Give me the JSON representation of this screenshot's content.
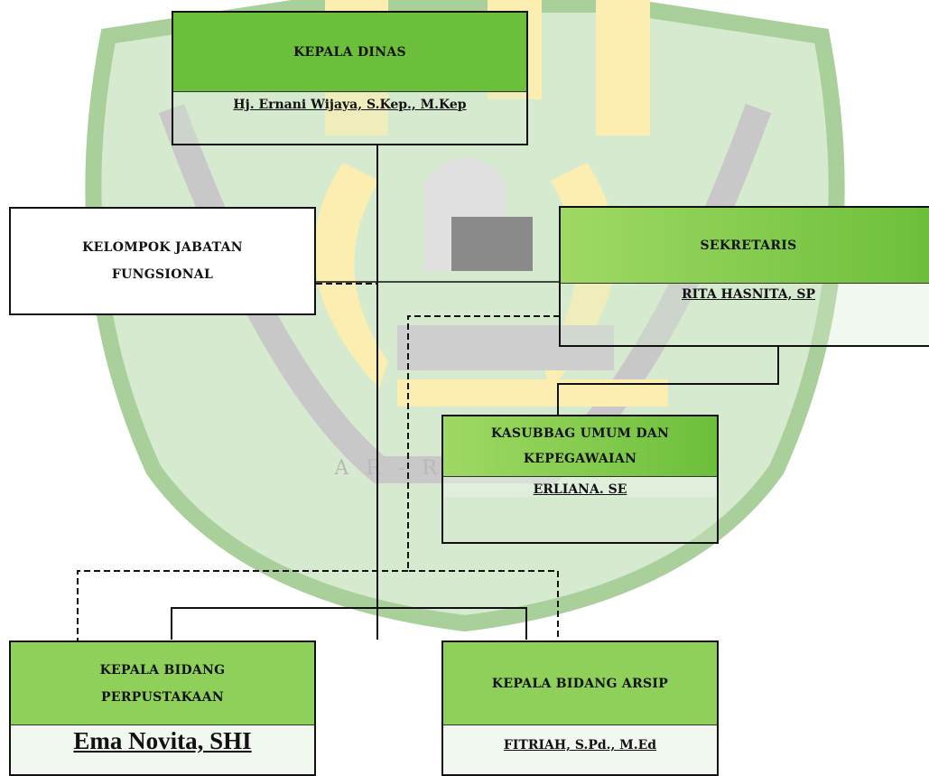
{
  "watermark": {
    "text": "A R - R A N I R Y"
  },
  "head": {
    "title": "KEPALA DINAS",
    "name": "Hj. Ernani Wijaya, S.Kep., M.Kep"
  },
  "functional_group": {
    "title_line1": "KELOMPOK JABATAN",
    "title_line2": "FUNGSIONAL"
  },
  "secretary": {
    "title": "SEKRETARIS",
    "name": "RITA HASNITA, SP"
  },
  "general_affairs": {
    "title_line1": "KASUBBAG UMUM DAN",
    "title_line2": "KEPEGAWAIAN",
    "name": "ERLIANA. SE"
  },
  "library_division": {
    "title_line1": "KEPALA BIDANG",
    "title_line2": "PERPUSTAKAAN",
    "name": "Ema Novita, SHI"
  },
  "archive_division": {
    "title": "KEPALA BIDANG ARSIP",
    "name": "FITRIAH, S.Pd., M.Ed"
  }
}
